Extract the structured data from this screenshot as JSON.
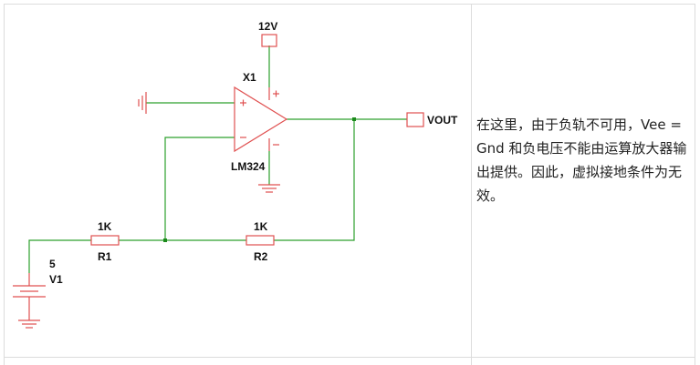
{
  "schematic": {
    "supply_label": "12V",
    "opamp_ref": "X1",
    "opamp_part": "LM324",
    "pin_plus_top": "+",
    "pin_minus_bottom": "-",
    "input_plus": "+",
    "input_minus": "-",
    "output_label": "VOUT",
    "r1": {
      "ref": "R1",
      "value": "1K"
    },
    "r2": {
      "ref": "R2",
      "value": "1K"
    },
    "v1": {
      "ref": "V1",
      "value": "5"
    },
    "colors": {
      "wire": "#2da02d",
      "component": "#e05050",
      "node": "#1b8a1b",
      "text": "#111111"
    }
  },
  "note": {
    "text": "在这里，由于负轨不可用，Vee = Gnd 和负电压不能由运算放大器输出提供。因此，虚拟接地条件为无效。"
  }
}
